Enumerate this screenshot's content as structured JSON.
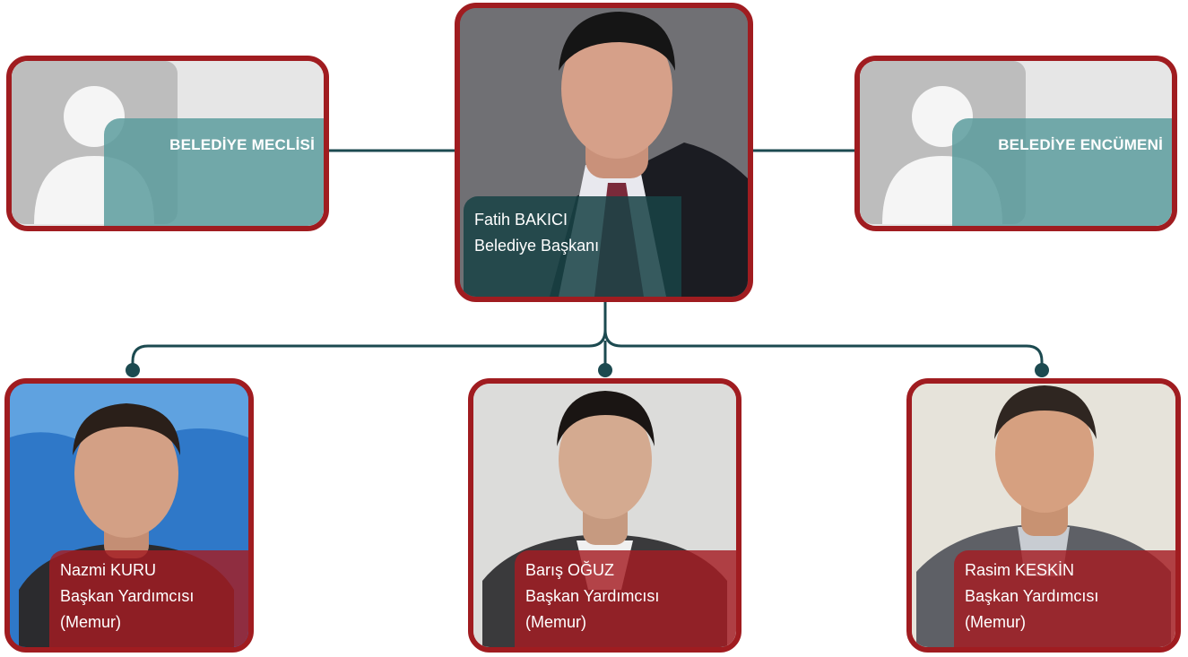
{
  "colors": {
    "card_border": "#a01c20",
    "connector": "#1c4a50",
    "label_teal": "#5c9c9e",
    "caption_dark": "#184246",
    "caption_red": "#a51c22"
  },
  "top_row": {
    "council": {
      "label": "BELEDİYE MECLİSİ",
      "icon": "user-silhouette-icon"
    },
    "mayor": {
      "name": "Fatih BAKICI",
      "title": "Belediye Başkanı",
      "icon": "portrait-photo"
    },
    "committee": {
      "label": "BELEDİYE ENCÜMENİ",
      "icon": "user-silhouette-icon"
    }
  },
  "deputies": [
    {
      "name": "Nazmi KURU",
      "title": "Başkan Yardımcısı",
      "note": "(Memur)"
    },
    {
      "name": "Barış OĞUZ",
      "title": "Başkan Yardımcısı",
      "note": "(Memur)"
    },
    {
      "name": "Rasim KESKİN",
      "title": "Başkan Yardımcısı",
      "note": "(Memur)"
    }
  ]
}
